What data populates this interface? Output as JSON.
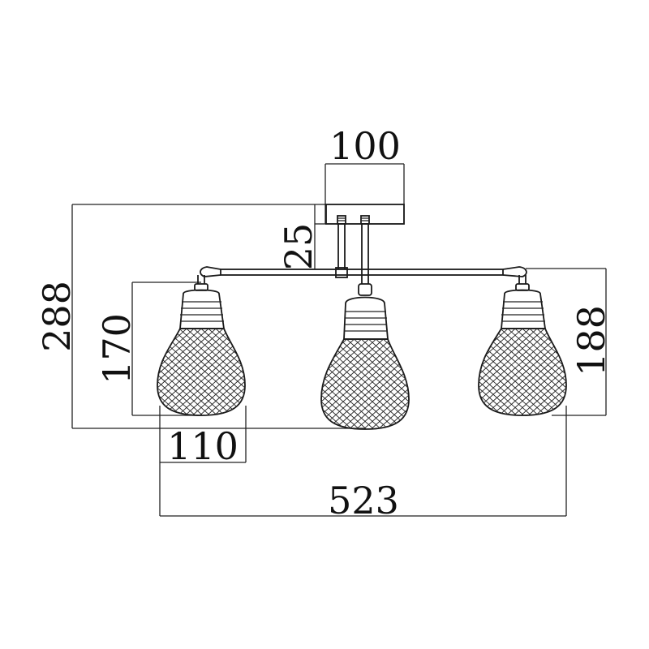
{
  "dimensions": {
    "canopy_width": "100",
    "canopy_height": "25",
    "total_height": "288",
    "shade_height": "170",
    "shade_width": "110",
    "shade_drop": "188",
    "total_width": "523"
  },
  "colors": {
    "line": "#1a1a1a",
    "text": "#111111",
    "background": "#ffffff"
  }
}
